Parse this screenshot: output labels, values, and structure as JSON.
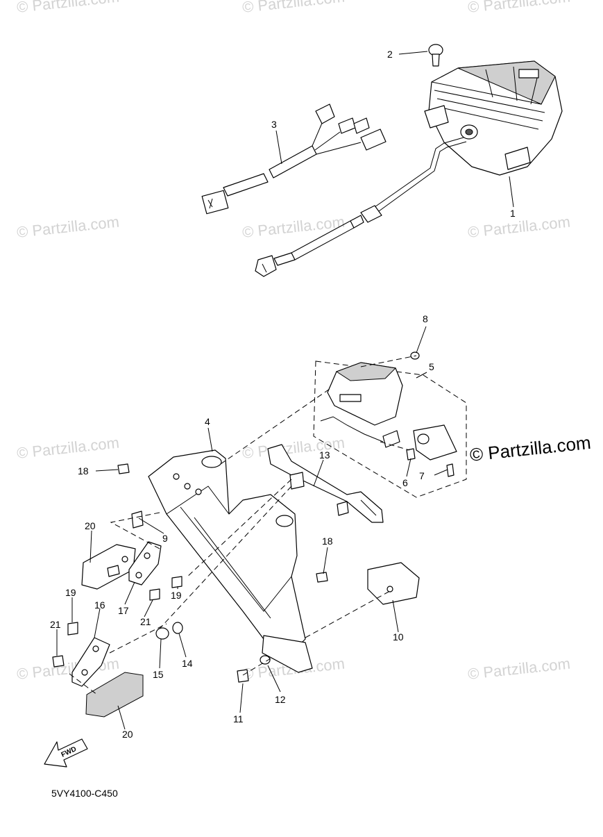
{
  "diagram": {
    "code": "5VY4100-C450",
    "brand_text": "© Partzilla.com",
    "watermark_text": "© Partzilla.com",
    "fwd_label": "FWD"
  },
  "callouts": [
    "1",
    "2",
    "3",
    "4",
    "5",
    "6",
    "7",
    "8",
    "9",
    "10",
    "11",
    "12",
    "13",
    "14",
    "15",
    "16",
    "17",
    "18",
    "18",
    "19",
    "19",
    "20",
    "20",
    "21",
    "21"
  ],
  "colors": {
    "line": "#000000",
    "watermark": "#d3d3d3",
    "part_fill": "#ffffff"
  }
}
